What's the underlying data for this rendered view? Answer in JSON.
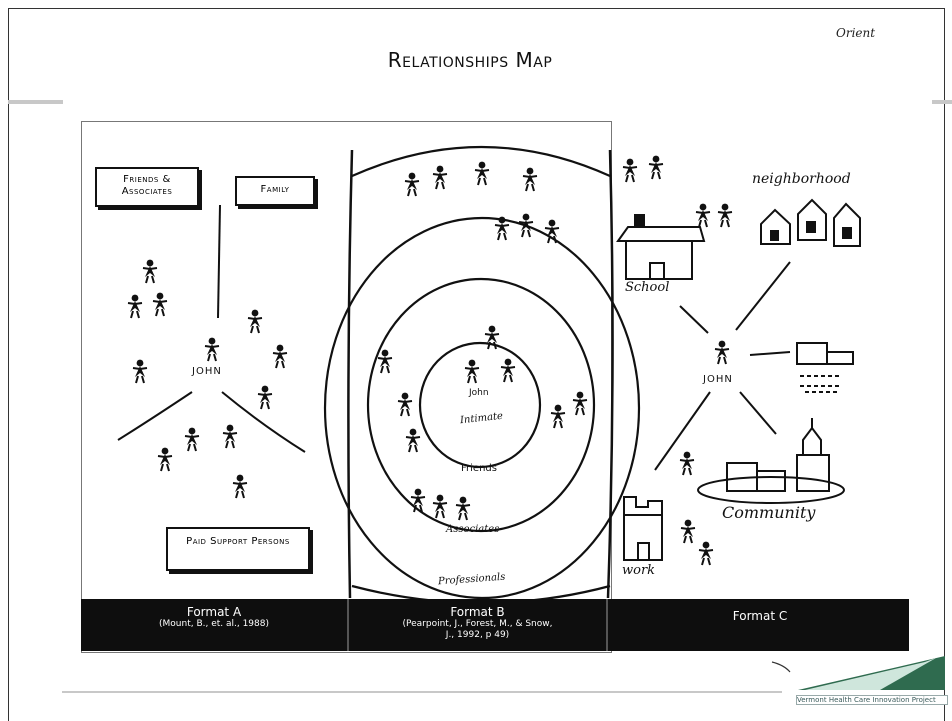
{
  "header": {
    "title": "Relationships Map",
    "corner_note": "Orient"
  },
  "format_a": {
    "caption_title": "Format A",
    "caption_citation": "(Mount, B., et. al., 1988)",
    "boxes": {
      "friends_associates": "Friends & Associates",
      "family": "Family",
      "paid_support": "Paid Support Persons"
    },
    "center_label": "JOHN"
  },
  "format_b": {
    "caption_title": "Format B",
    "caption_citation": "(Pearpoint, J., Forest, M., & Snow, J., 1992, p 49)",
    "center_label": "John",
    "rings": [
      "Intimate",
      "Friends",
      "Associates",
      "Professionals"
    ]
  },
  "format_c": {
    "caption_title": "Format C",
    "center_label": "JOHN",
    "labels": {
      "neighborhood": "neighborhood",
      "school": "School",
      "community": "Community",
      "work": "work"
    }
  },
  "footer": {
    "logo_text": "Vermont Health Care Innovation Project",
    "colors": {
      "logo_green": "#2f6b4f",
      "caption_bar": "#0e0e0e"
    }
  }
}
